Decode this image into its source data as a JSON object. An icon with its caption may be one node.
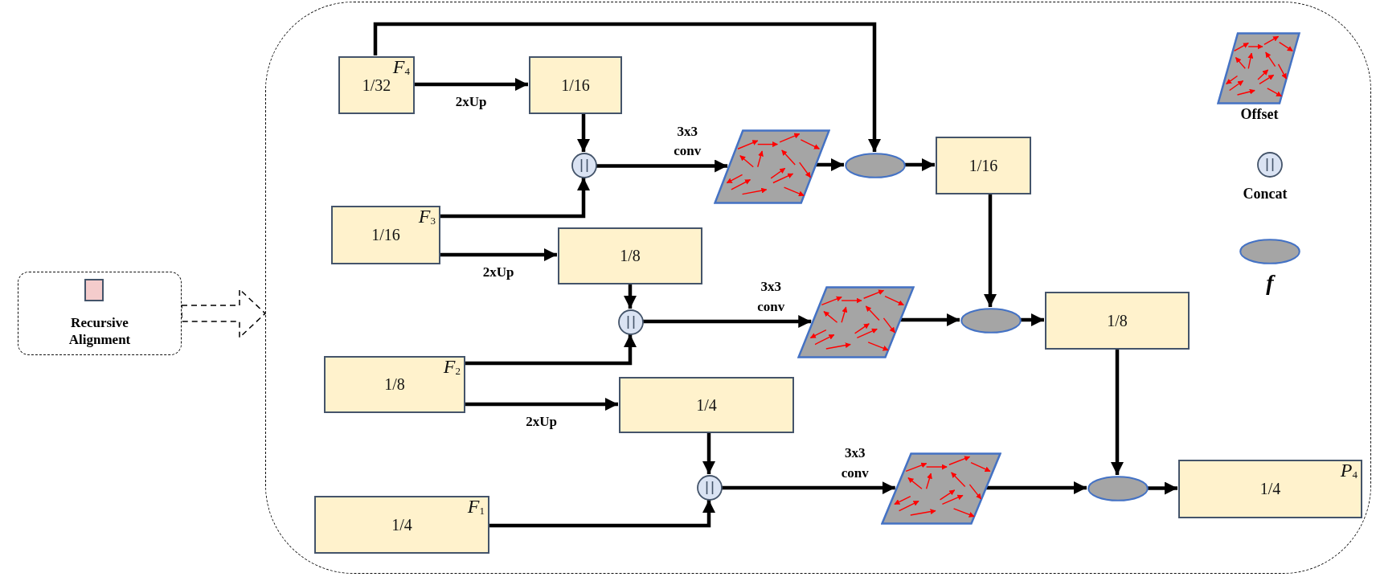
{
  "diagram": {
    "nodes": [
      {
        "text": [
          "Recursive Alignment"
        ]
      },
      {
        "text": [],
        "shape": "box"
      },
      {
        "text": [
          "1/32",
          "F$_{4}$"
        ],
        "in": 1
      },
      {
        "text": [
          "1/16"
        ],
        "in": 1
      },
      {
        "text": [],
        "shape": "circle",
        "in": 1
      },
      {
        "text": [],
        "shape": "parallelogram",
        "in": 1
      },
      {
        "text": [],
        "shape": "ellipse",
        "in": 1
      },
      {
        "text": [
          "1/16"
        ],
        "in": 1
      },
      {
        "text": [
          "1/16",
          "F$_{3}$"
        ],
        "in": 1
      },
      {
        "text": [
          "1/8"
        ],
        "in": 1
      },
      {
        "text": [],
        "shape": "circle",
        "in": 1
      },
      {
        "text": [],
        "shape": "parallelogram",
        "in": 1
      },
      {
        "text": [],
        "shape": "ellipse",
        "in": 1
      },
      {
        "text": [
          "1/8"
        ],
        "in": 1
      },
      {
        "text": [
          "1/8",
          "F$_{2}$"
        ],
        "in": 1
      },
      {
        "text": [
          "1/4"
        ],
        "in": 1
      },
      {
        "text": [],
        "shape": "circle",
        "in": 1
      },
      {
        "text": [],
        "shape": "parallelogram",
        "in": 1
      },
      {
        "text": [],
        "shape": "ellipse",
        "in": 1
      },
      {
        "text": [
          "1/4",
          "F$_{1}$"
        ],
        "in": 1
      },
      {
        "text": [
          "1/4",
          "P$_{4}$"
        ],
        "in": 1
      }
    ],
    "edges": [
      {
        "from": 2,
        "to": 3,
        "arrow": "to",
        "label": "2xUp"
      },
      {
        "from": 2,
        "to": 6,
        "arrow": "to"
      },
      {
        "from": 3,
        "to": 4,
        "arrow": "to"
      },
      {
        "from": 8,
        "to": 4,
        "arrow": "to"
      },
      {
        "from": 8,
        "to": 9,
        "arrow": "to",
        "label": "2xUp"
      },
      {
        "from": 4,
        "to": 5,
        "arrow": "to",
        "label": "3x3 conv"
      },
      {
        "from": 5,
        "to": 6,
        "arrow": "to"
      },
      {
        "from": 6,
        "to": 7,
        "arrow": "to"
      },
      {
        "from": 7,
        "to": 12,
        "arrow": "to"
      },
      {
        "from": 9,
        "to": 10,
        "arrow": "to"
      },
      {
        "from": 14,
        "to": 10,
        "arrow": "to"
      },
      {
        "from": 14,
        "to": 15,
        "arrow": "to",
        "label": "2xUp"
      },
      {
        "from": 10,
        "to": 11,
        "arrow": "to",
        "label": "3x3 conv"
      },
      {
        "from": 11,
        "to": 12,
        "arrow": "to"
      },
      {
        "from": 12,
        "to": 13,
        "arrow": "to"
      },
      {
        "from": 13,
        "to": 18,
        "arrow": "to"
      },
      {
        "from": 15,
        "to": 16,
        "arrow": "to"
      },
      {
        "from": 19,
        "to": 16,
        "arrow": "to"
      },
      {
        "from": 16,
        "to": 17,
        "arrow": "to",
        "label": "3x3 conv"
      },
      {
        "from": 17,
        "to": 18,
        "arrow": "to"
      },
      {
        "from": 18,
        "to": 20,
        "arrow": "to"
      },
      {
        "from": 0,
        "to": 1,
        "arrow": "to",
        "style": "dashed"
      }
    ],
    "legend": [
      {
        "text": "Offset"
      },
      {
        "text": "Concat"
      },
      {
        "text": "f"
      }
    ]
  }
}
